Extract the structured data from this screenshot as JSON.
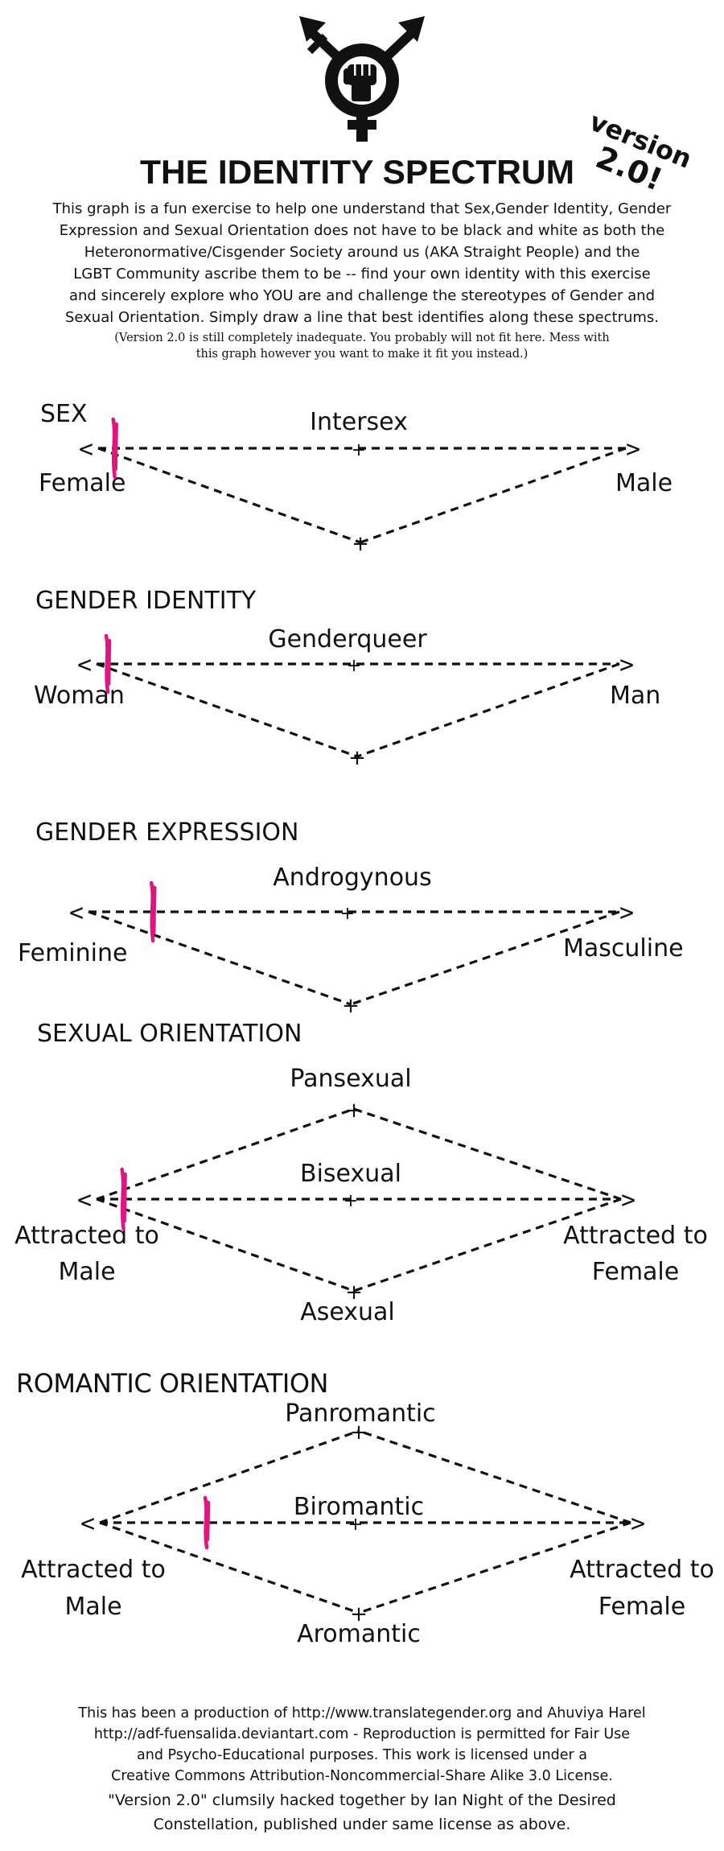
{
  "header": {
    "title": "THE IDENTITY SPECTRUM",
    "version_line1": "version",
    "version_line2": "2.0!",
    "logo_icon": "transgender-fist-icon"
  },
  "intro": {
    "lines": [
      "This graph is a fun exercise to help one understand that Sex,Gender Identity, Gender",
      "Expression and Sexual Orientation does not have to be black and white as both the",
      "Heteronormative/Cisgender Society around us (AKA Straight People) and the",
      "LGBT Community ascribe them to be -- find your own identity with this exercise",
      "and sincerely explore who YOU are and challenge the stereotypes of Gender and",
      "Sexual Orientation. Simply draw a line that best identifies along these spectrums."
    ],
    "note_lines": [
      "(Version 2.0 is still completely inadequate. You probably will not fit here. Mess with",
      "this graph however you want to make it fit you instead.)"
    ]
  },
  "colors": {
    "marker": "#e0157f",
    "ink": "#111111"
  },
  "sections": {
    "sex": {
      "heading": "SEX",
      "middle": "Intersex",
      "left": "Female",
      "right": "Male",
      "marker_position": 0.03
    },
    "gender_identity": {
      "heading": "GENDER IDENTITY",
      "middle": "Genderqueer",
      "left": "Woman",
      "right": "Man",
      "marker_position": 0.02
    },
    "gender_expression": {
      "heading": "GENDER EXPRESSION",
      "middle": "Androgynous",
      "left": "Feminine",
      "right": "Masculine",
      "marker_position": 0.12
    },
    "sexual_orientation": {
      "heading": "SEXUAL ORIENTATION",
      "top": "Pansexual",
      "middle": "Bisexual",
      "bottom": "Asexual",
      "left_line1": "Attracted to",
      "left_line2": "Male",
      "right_line1": "Attracted to",
      "right_line2": "Female",
      "marker_position": 0.05
    },
    "romantic_orientation": {
      "heading": "ROMANTIC ORIENTATION",
      "top": "Panromantic",
      "middle": "Biromantic",
      "bottom": "Aromantic",
      "left_line1": "Attracted to",
      "left_line2": "Male",
      "right_line1": "Attracted to",
      "right_line2": "Female",
      "marker_position": 0.2
    }
  },
  "footer": {
    "lines": [
      "This has been a production of http://www.translategender.org and Ahuviya Harel",
      "http://adf-fuensalida.deviantart.com - Reproduction is permitted for Fair Use",
      "and Psycho-Educational purposes. This work is licensed under a",
      "Creative Commons Attribution-Noncommercial-Share Alike 3.0 License."
    ],
    "credit_lines": [
      "\"Version 2.0\" clumsily hacked together by Ian Night of the Desired",
      "Constellation, published under same license as above."
    ]
  }
}
